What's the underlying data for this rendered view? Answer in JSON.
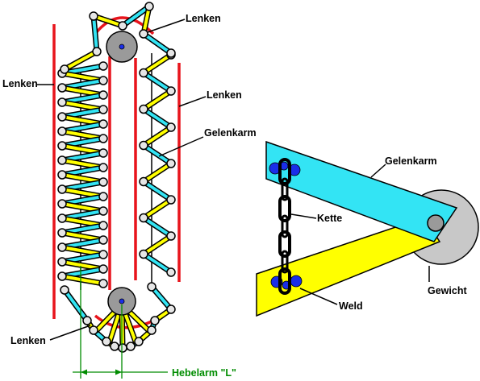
{
  "labels": {
    "lenken_top": "Lenken",
    "lenken_left": "Lenken",
    "lenken_right": "Lenken",
    "gelenkarm_left": "Gelenkarm",
    "lenken_bottom": "Lenken",
    "hebelarm": "Hebelarm \"L\"",
    "gelenkarm_right": "Gelenkarm",
    "kette": "Kette",
    "gewicht": "Gewicht",
    "weld": "Weld"
  },
  "colors": {
    "rail": "#e8141c",
    "link_yellow": "#ffff00",
    "link_cyan": "#33e4f4",
    "outline": "#000000",
    "sprocket": "#9a9a9a",
    "weight_disc": "#c8c8c8",
    "weld_blue": "#1a2ee8",
    "measure_green": "#008c00"
  }
}
